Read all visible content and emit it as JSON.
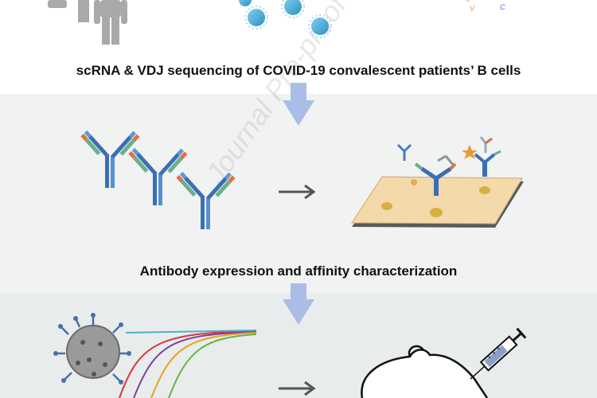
{
  "captions": {
    "step1": "scRNA & VDJ sequencing of COVID-19 convalescent patients’ B cells",
    "step2": "Antibody expression and affinity characterization"
  },
  "gene_labels": {
    "v": "V",
    "c": "C"
  },
  "watermark": "Journal Pre-proof",
  "colors": {
    "flow_arrow": "#a9bde6",
    "antibody_blue": "#3b6fb5",
    "chip_surface": "#f4d9ab",
    "curve_red": "#d9363e",
    "curve_purple": "#7b3fa0",
    "curve_green": "#67b33f",
    "curve_orange": "#e8a020"
  }
}
